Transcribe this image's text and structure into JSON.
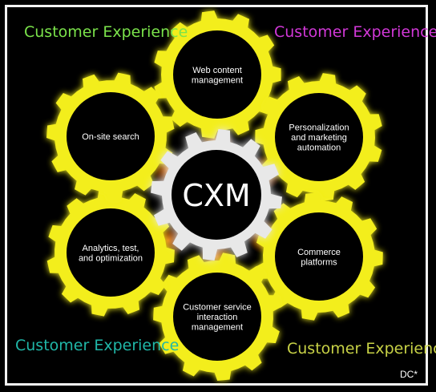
{
  "center_label": "CXM",
  "corner_labels": {
    "top_left": "Customer Experience",
    "top_right": "Customer Experience",
    "bottom_left": "Customer Experience",
    "bottom_right": "Customer Experience"
  },
  "gears": [
    {
      "id": "web-content",
      "lines": [
        "Web content",
        "management"
      ]
    },
    {
      "id": "personalization",
      "lines": [
        "Personalization",
        "and marketing",
        "automation"
      ]
    },
    {
      "id": "commerce",
      "lines": [
        "Commerce",
        "platforms"
      ]
    },
    {
      "id": "customer-service",
      "lines": [
        "Customer service",
        "interaction",
        "management"
      ]
    },
    {
      "id": "analytics",
      "lines": [
        "Analytics, test,",
        "and optimization"
      ]
    },
    {
      "id": "onsite-search",
      "lines": [
        "On-site search"
      ]
    }
  ],
  "signature": "DC*",
  "colors": {
    "gear_yellow": "#f3ee1d",
    "center_gear": "#e8e8e8",
    "background": "#000000",
    "glow_orange": "#ff7a18",
    "text": "#ffffff"
  }
}
